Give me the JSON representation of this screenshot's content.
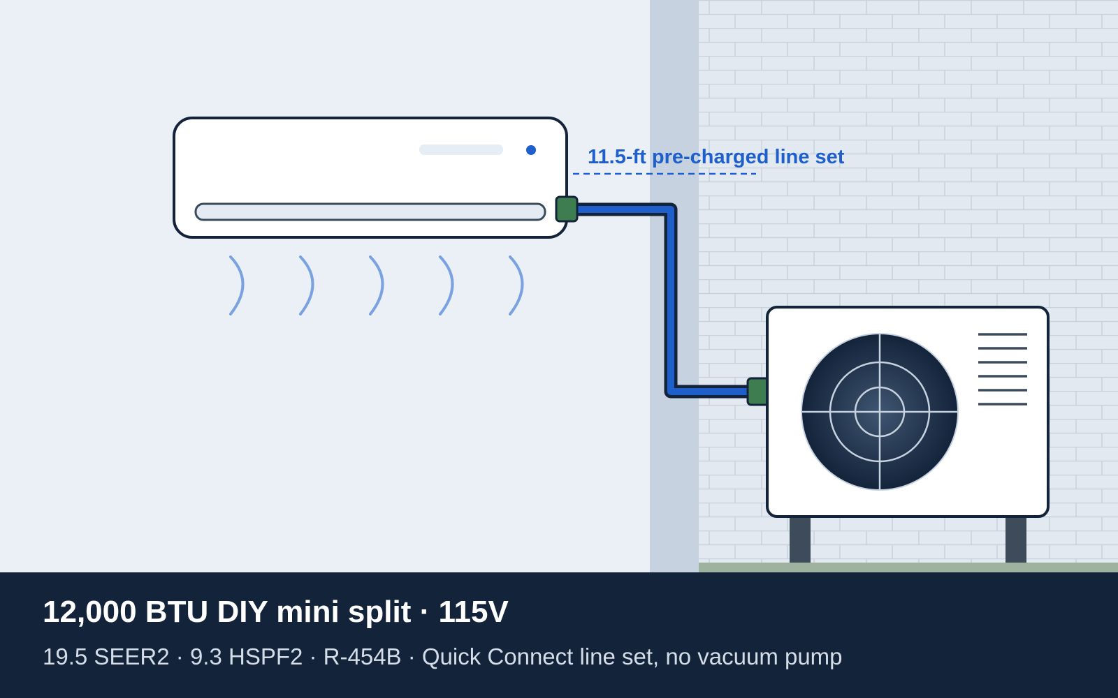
{
  "annotation": {
    "line_set_label": "11.5-ft pre-charged line set"
  },
  "caption": {
    "title": "12,000 BTU DIY mini split · 115V",
    "specs": "19.5 SEER2 · 9.3 HSPF2 · R-454B · Quick Connect line set, no vacuum pump"
  },
  "icons": [
    "indoor-unit-icon",
    "outdoor-condenser-icon",
    "fan-icon",
    "airflow-icon",
    "quick-connect-fitting-icon"
  ],
  "colors": {
    "line_set": "#1f5fcc",
    "fitting": "#3e7d4f",
    "caption_bg": "#13233a",
    "outline": "#13233a",
    "indicator": "#1f5fcc",
    "airflow": "#7aa2e0"
  }
}
